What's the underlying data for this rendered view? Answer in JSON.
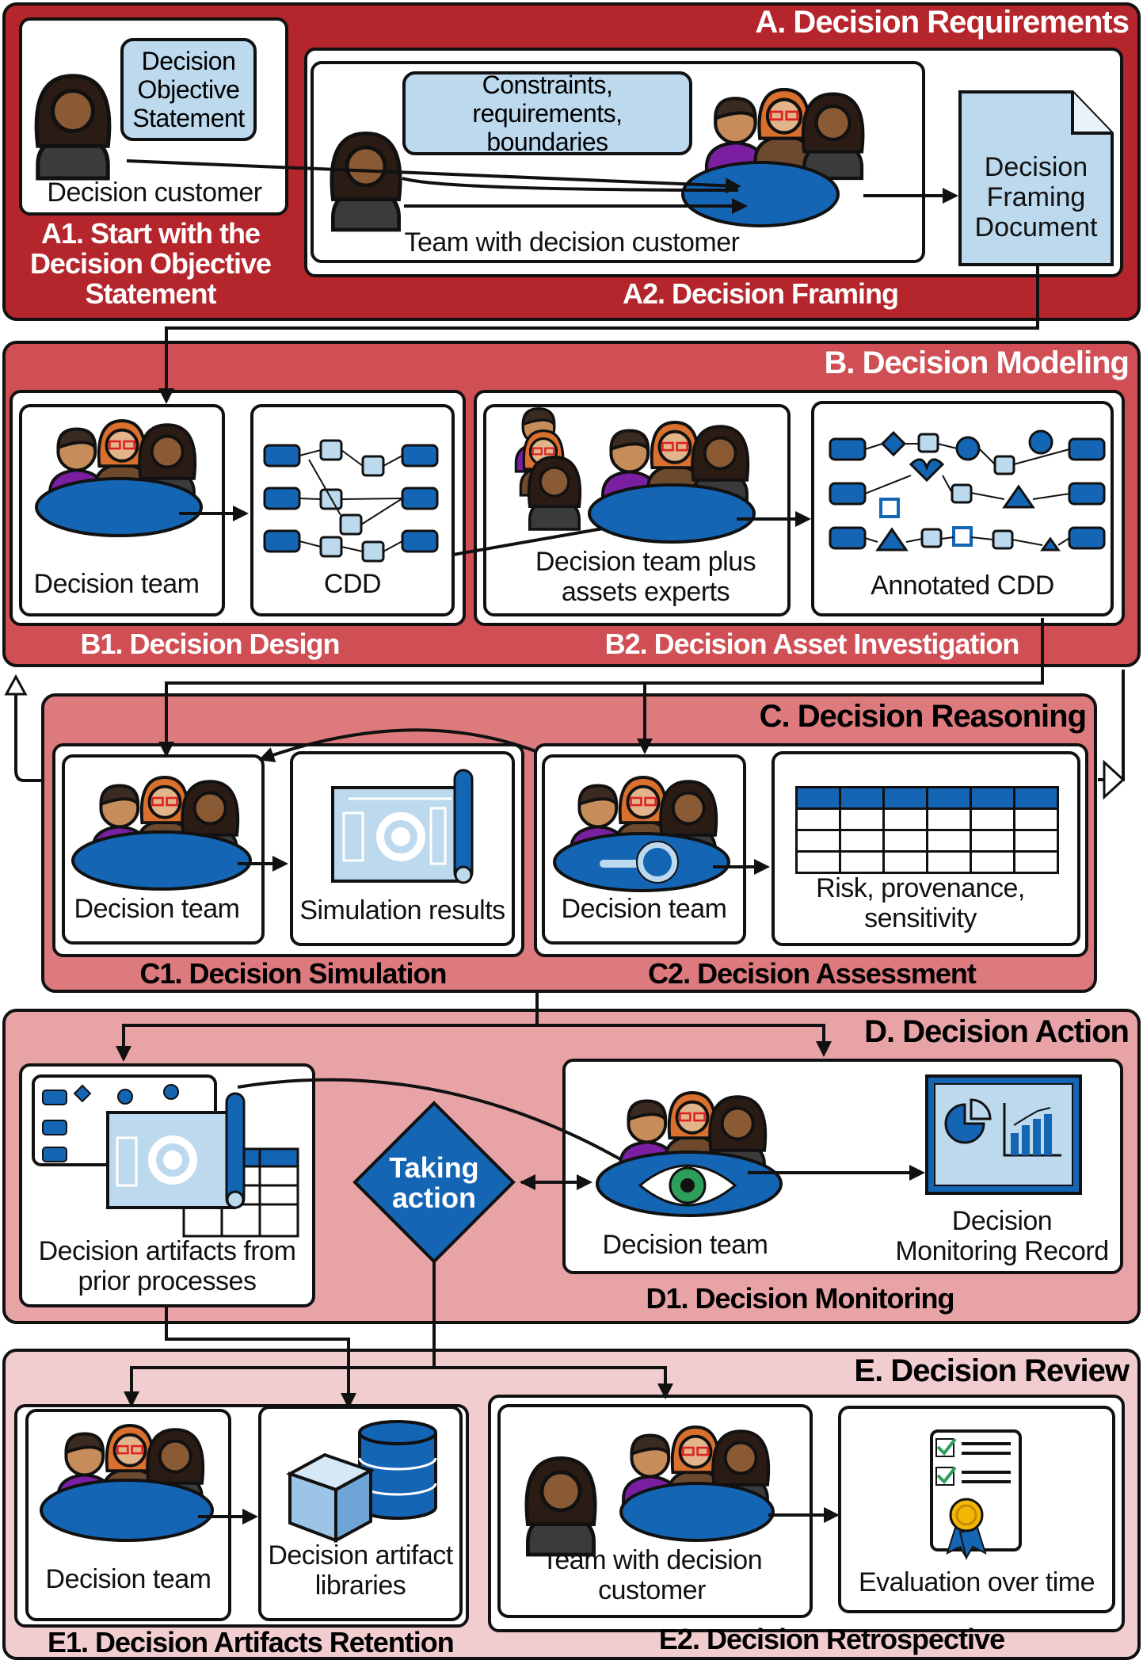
{
  "sections": {
    "A": {
      "title": "A. Decision Requirements",
      "bg": "#b5252c",
      "A1": {
        "title": "A1. Start with the Decision Objective Statement",
        "title_lines": [
          "A1. Start with the",
          "Decision Objective",
          "Statement"
        ],
        "bubble": [
          "Decision",
          "Objective",
          "Statement"
        ],
        "person": "Decision customer"
      },
      "A2": {
        "title": "A2. Decision Framing",
        "bubble": [
          "Constraints, requirements,",
          "boundaries"
        ],
        "team": "Team with decision customer",
        "doc": [
          "Decision",
          "Framing",
          "Document"
        ]
      }
    },
    "B": {
      "title": "B. Decision Modeling",
      "bg": "#cf4f55",
      "B1": {
        "title": "B1. Decision Design",
        "team": "Decision team",
        "artifact": "CDD"
      },
      "B2": {
        "title": "B2. Decision Asset Investigation",
        "team": [
          "Decision team plus",
          "assets experts"
        ],
        "artifact": "Annotated CDD"
      }
    },
    "C": {
      "title": "C. Decision Reasoning",
      "bg": "#dc7a7e",
      "C1": {
        "title": "C1. Decision Simulation",
        "team": "Decision team",
        "artifact": "Simulation results"
      },
      "C2": {
        "title": "C2. Decision Assessment",
        "team": "Decision team",
        "artifact": [
          "Risk, provenance,",
          "sensitivity"
        ]
      }
    },
    "D": {
      "title": "D. Decision Action",
      "bg": "#e7a3a6",
      "artifacts": [
        "Decision artifacts from",
        "prior processes"
      ],
      "diamond": [
        "Taking",
        "action"
      ],
      "D1": {
        "title": "D1. Decision Monitoring",
        "team": "Decision team",
        "artifact": [
          "Decision",
          "Monitoring Record"
        ]
      }
    },
    "E": {
      "title": "E. Decision Review",
      "bg": "#f2cdcf",
      "E1": {
        "title": "E1. Decision Artifacts Retention",
        "team": "Decision team",
        "artifact": [
          "Decision artifact",
          "libraries"
        ]
      },
      "E2": {
        "title": "E2. Decision Retrospective",
        "team": [
          "Team with decision",
          "customer"
        ],
        "artifact": "Evaluation over time"
      }
    }
  },
  "colors": {
    "blue": "#1565b5",
    "light_blue": "#bcd9ee",
    "purple": "#7b1fa2",
    "outline": "#111111",
    "green": "#2e9e5b"
  },
  "icons": [
    "person-icon",
    "team-table-icon",
    "cdd-diagram-icon",
    "annotated-cdd-icon",
    "blueprint-icon",
    "table-icon",
    "magnifier-icon",
    "eye-icon",
    "monitor-chart-icon",
    "database-icon",
    "box-icon",
    "checklist-certificate-icon"
  ]
}
